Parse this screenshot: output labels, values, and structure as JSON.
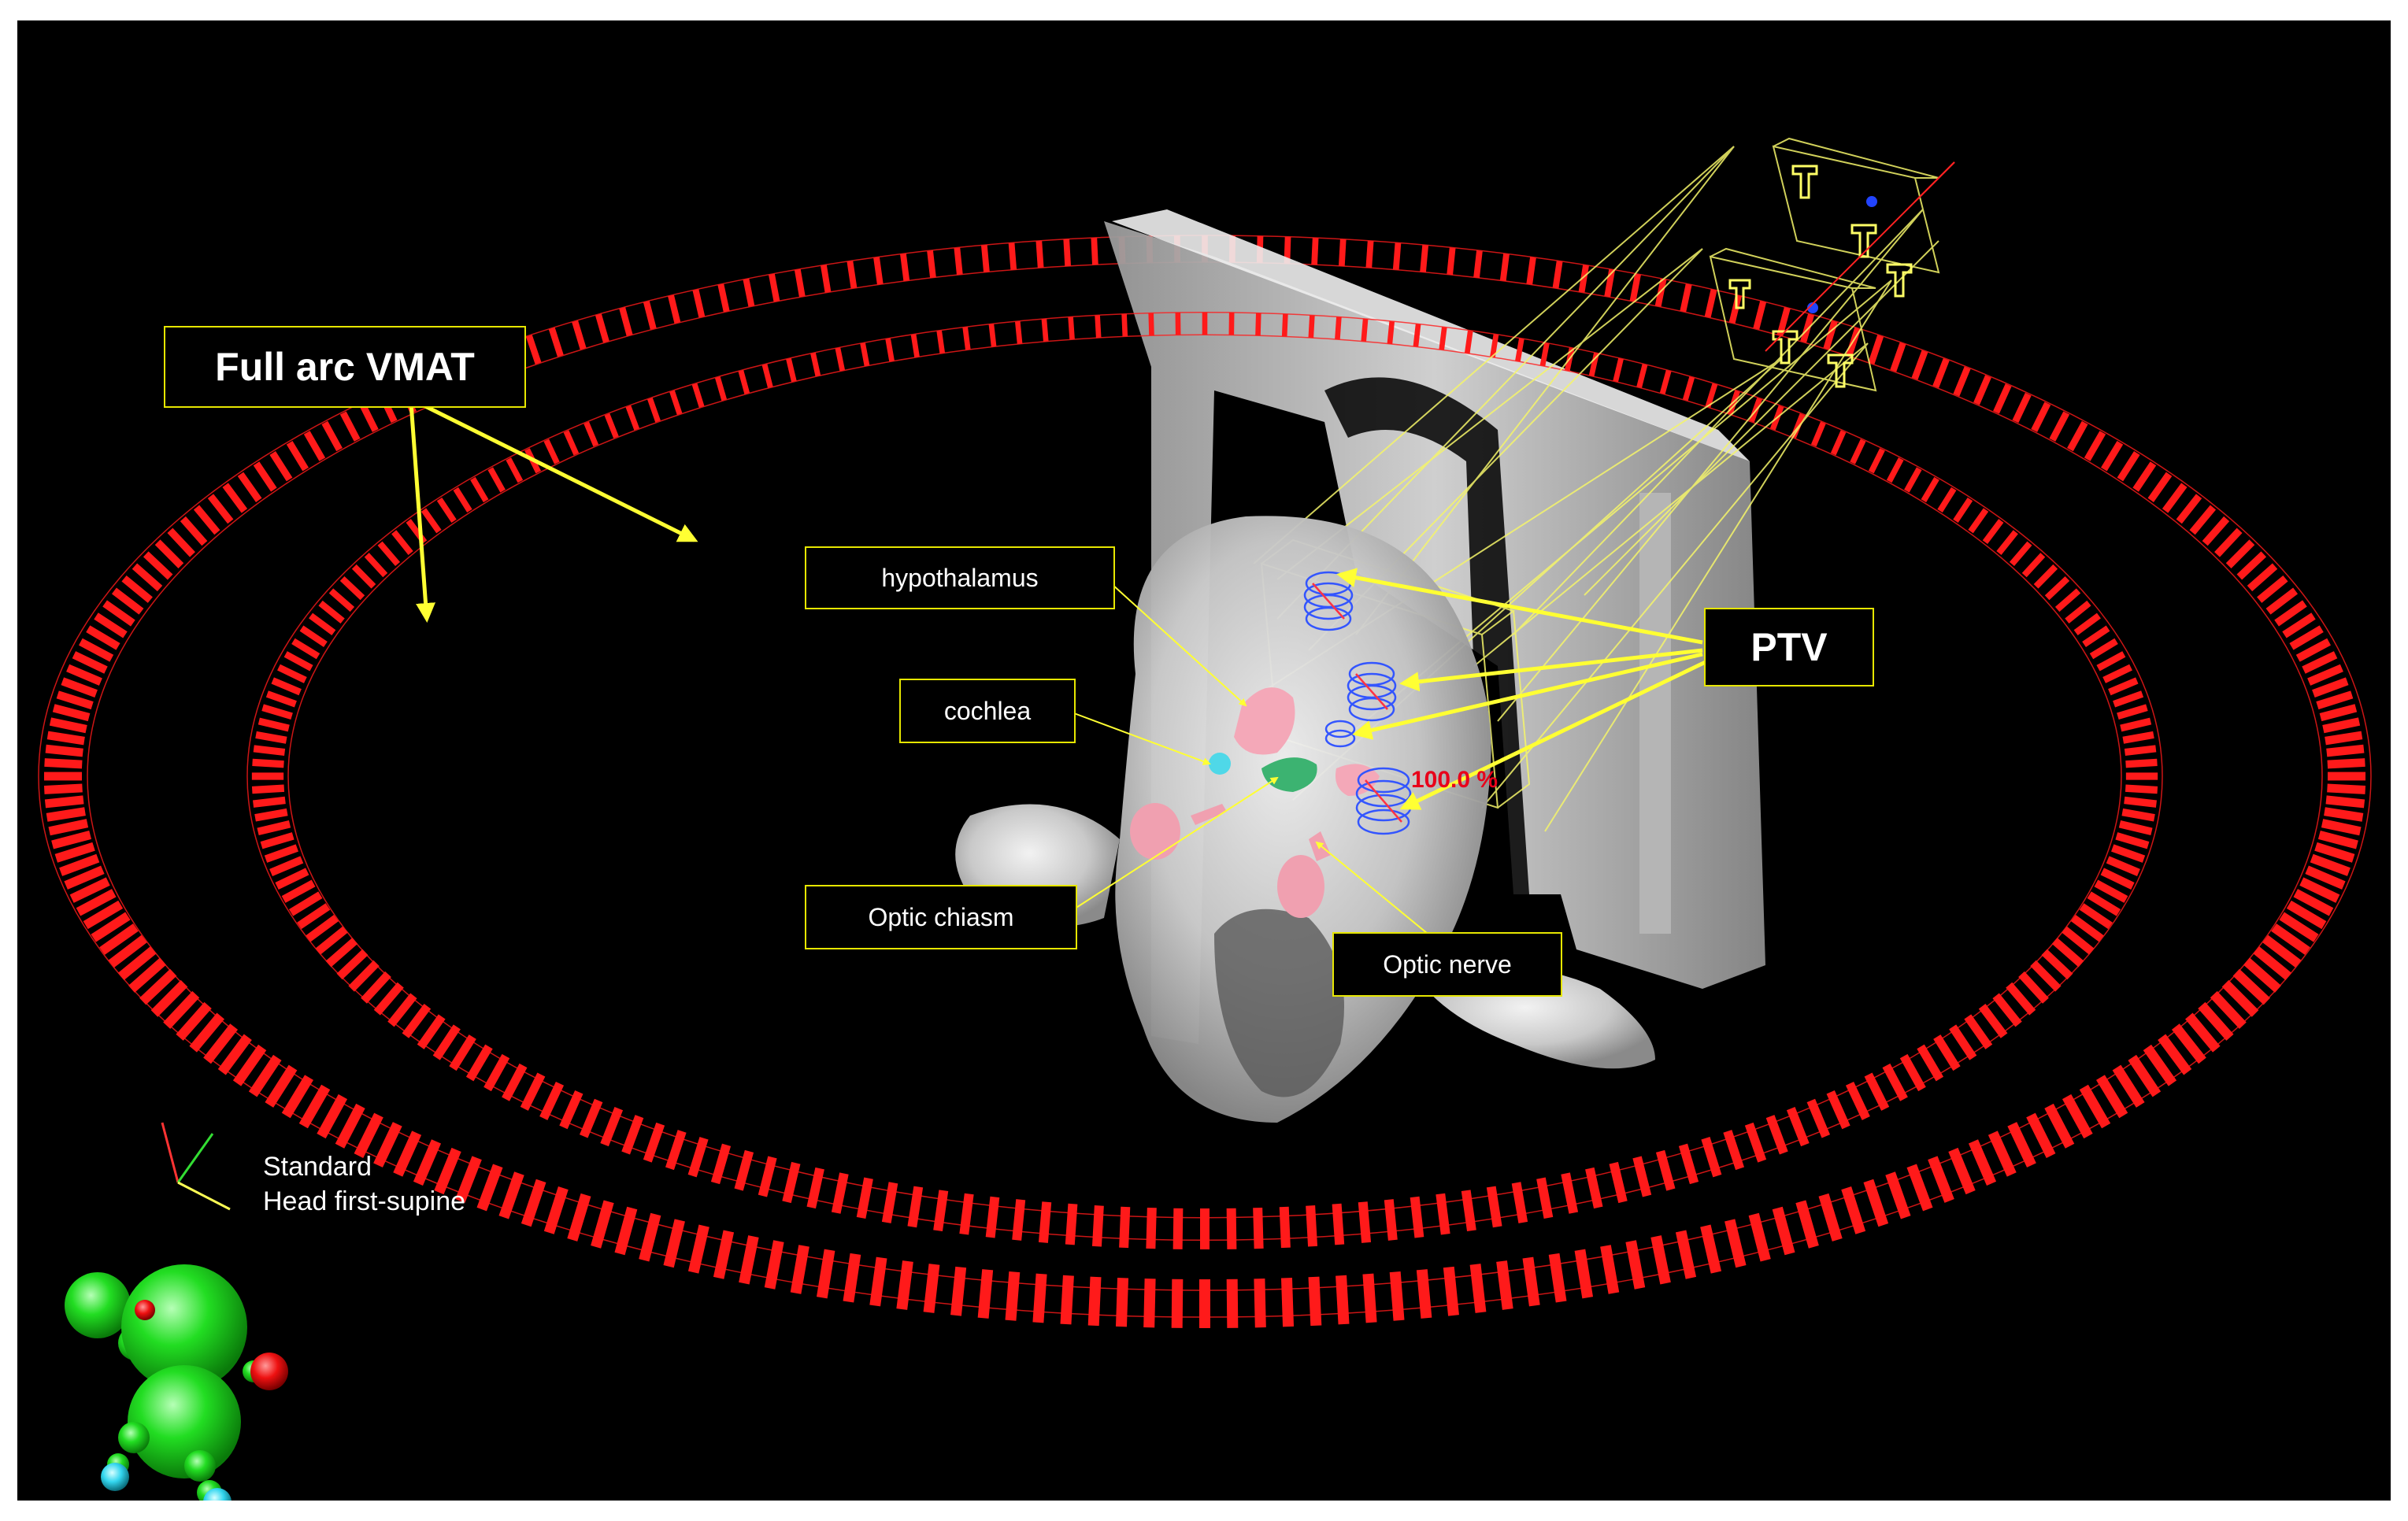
{
  "labels": {
    "full_arc": "Full arc VMAT",
    "ptv": "PTV",
    "hypothalamus": "hypothalamus",
    "cochlea": "cochlea",
    "optic_chiasm": "Optic chiasm",
    "optic_nerve": "Optic nerve"
  },
  "dose_label": "100.0 %",
  "orientation": {
    "line1": "Standard",
    "line2": "Head first-supine"
  },
  "colors": {
    "background": "#000000",
    "arc_segments": "#ff1a1a",
    "label_border": "#e6e600",
    "arrows": "#ffff33",
    "ptv_contours": "#3355ff",
    "organ_pink": "#f0a0b0",
    "chiasm_green": "#3cb371",
    "cochlea_cyan": "#4fd8e8",
    "phantom_body": "#c8c8c8",
    "beam_lines": "#f5f56a"
  }
}
